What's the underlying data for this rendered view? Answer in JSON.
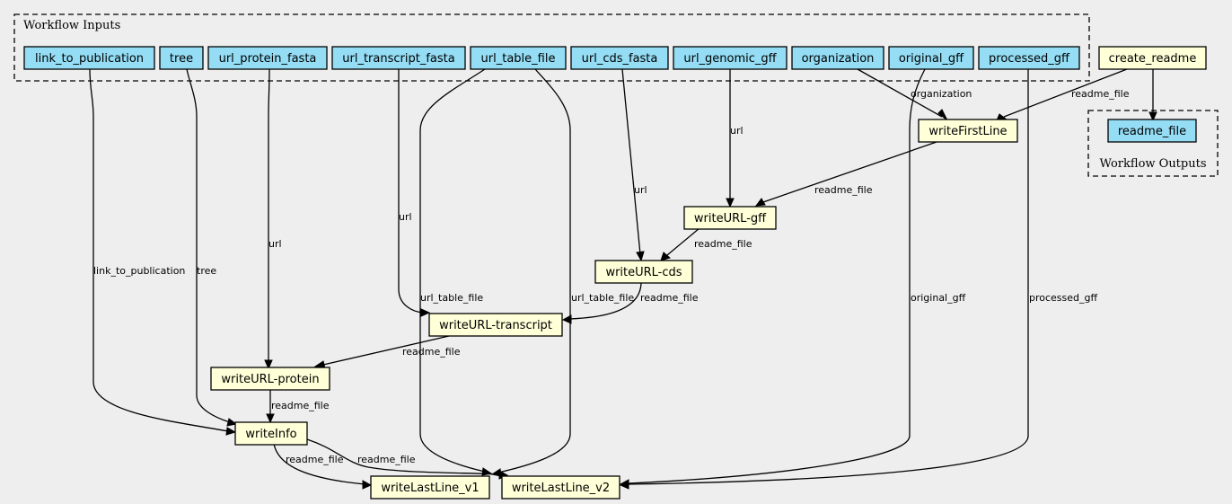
{
  "clusters": {
    "inputs_label": "Workflow Inputs",
    "outputs_label": "Workflow Outputs"
  },
  "inputs": {
    "link_to_publication": "link_to_publication",
    "tree": "tree",
    "url_protein_fasta": "url_protein_fasta",
    "url_transcript_fasta": "url_transcript_fasta",
    "url_table_file": "url_table_file",
    "url_cds_fasta": "url_cds_fasta",
    "url_genomic_gff": "url_genomic_gff",
    "organization": "organization",
    "original_gff": "original_gff",
    "processed_gff": "processed_gff"
  },
  "outputs": {
    "readme_file": "readme_file"
  },
  "steps": {
    "create_readme": "create_readme",
    "writeFirstLine": "writeFirstLine",
    "writeURL_gff": "writeURL-gff",
    "writeURL_cds": "writeURL-cds",
    "writeURL_transcript": "writeURL-transcript",
    "writeURL_protein": "writeURL-protein",
    "writeInfo": "writeInfo",
    "writeLastLine_v1": "writeLastLine_v1",
    "writeLastLine_v2": "writeLastLine_v2"
  },
  "edge_labels": {
    "organization": "organization",
    "readme_file_create": "readme_file",
    "url_gff": "url",
    "readme_file_firstline": "readme_file",
    "url_cds": "url",
    "readme_file_gff": "readme_file",
    "url_transcript": "url",
    "url_table_file_left": "url_table_file",
    "url_table_file_right": "url_table_file",
    "readme_file_cds": "readme_file",
    "original_gff": "original_gff",
    "processed_gff": "processed_gff",
    "url_protein": "url",
    "link_to_publication": "link_to_publication",
    "tree": "tree",
    "readme_file_transcript": "readme_file",
    "readme_file_protein": "readme_file",
    "readme_file_info_v1": "readme_file",
    "readme_file_info_v2": "readme_file"
  }
}
